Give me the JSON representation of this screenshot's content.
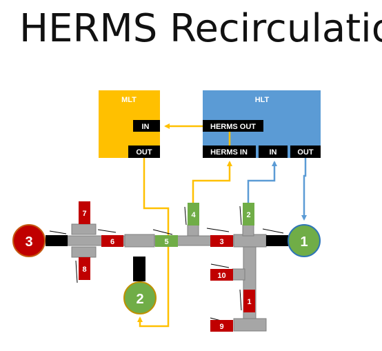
{
  "title": "HERMS Recirculatio",
  "colors": {
    "mlt": "#FFC000",
    "hlt": "#5B9BD5",
    "red_valve": "#C00000",
    "green_valve": "#70AD47",
    "pipe_gray": "#A6A6A6",
    "pipe_outline": "#7F7F7F",
    "yellow_line": "#FFC000",
    "blue_line": "#5B9BD5",
    "port_black": "#000000",
    "circle_red_border": "#C55A11",
    "circle_green_border": "#2E75B6",
    "circle_gray_border": "#BF9000"
  },
  "mlt": {
    "label": "MLT",
    "in_port": "IN",
    "out_port": "OUT"
  },
  "hlt": {
    "label": "HLT",
    "herms_out_port": "HERMS OUT",
    "herms_in_port": "HERMS IN",
    "in_port": "IN",
    "out_port": "OUT"
  },
  "pumps": [
    {
      "label": "3",
      "color": "red"
    },
    {
      "label": "2",
      "color": "green"
    },
    {
      "label": "1",
      "color": "green"
    }
  ],
  "valves": [
    {
      "label": "7",
      "color": "red"
    },
    {
      "label": "8",
      "color": "red"
    },
    {
      "label": "6",
      "color": "red"
    },
    {
      "label": "5",
      "color": "green"
    },
    {
      "label": "4",
      "color": "green"
    },
    {
      "label": "3",
      "color": "red"
    },
    {
      "label": "2",
      "color": "green"
    },
    {
      "label": "10",
      "color": "red"
    },
    {
      "label": "1",
      "color": "red"
    },
    {
      "label": "9",
      "color": "red"
    }
  ]
}
